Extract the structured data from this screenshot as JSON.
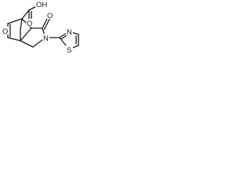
{
  "molecule": {
    "atoms": {
      "carboxyl_oh": "OH",
      "carboxyl_o": "O",
      "bridge_o": "O",
      "lactam_o": "O",
      "ring_n": "N",
      "thiazole_n": "N",
      "thiazole_s": "S"
    },
    "colors": {
      "bond": "#1a1a1a",
      "label": "#1a1a1a",
      "background": "#ffffff"
    }
  }
}
